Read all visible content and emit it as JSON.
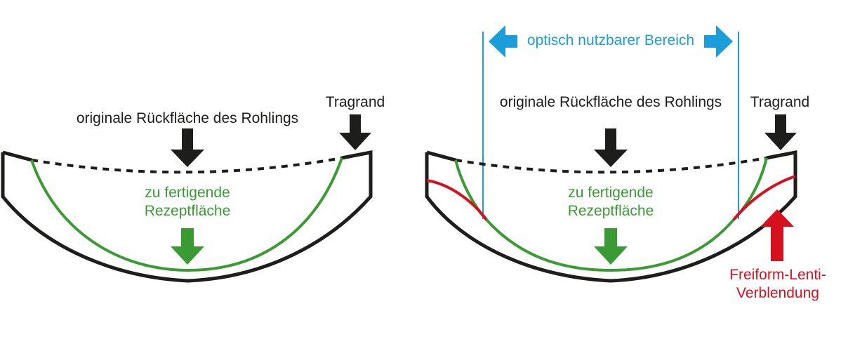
{
  "colors": {
    "outline": "#1d1d1b",
    "prescription": "#3a9b35",
    "lenticular": "#d6101e",
    "usable_zone": "#1a9dd9"
  },
  "left_panel": {
    "original_back_surface_label": "originale Rückfläche des Rohlings",
    "support_rim_label": "Tragrand",
    "prescription_surface_label": [
      "zu fertigende",
      "Rezeptfläche"
    ]
  },
  "right_panel": {
    "usable_zone_label": "optisch nutzbarer Bereich",
    "original_back_surface_label": "originale Rückfläche des Rohlings",
    "support_rim_label": "Tragrand",
    "prescription_surface_label": [
      "zu fertigende",
      "Rezeptfläche"
    ],
    "lenticular_label": [
      "Freiform-Lenti-",
      "Verblendung"
    ]
  }
}
